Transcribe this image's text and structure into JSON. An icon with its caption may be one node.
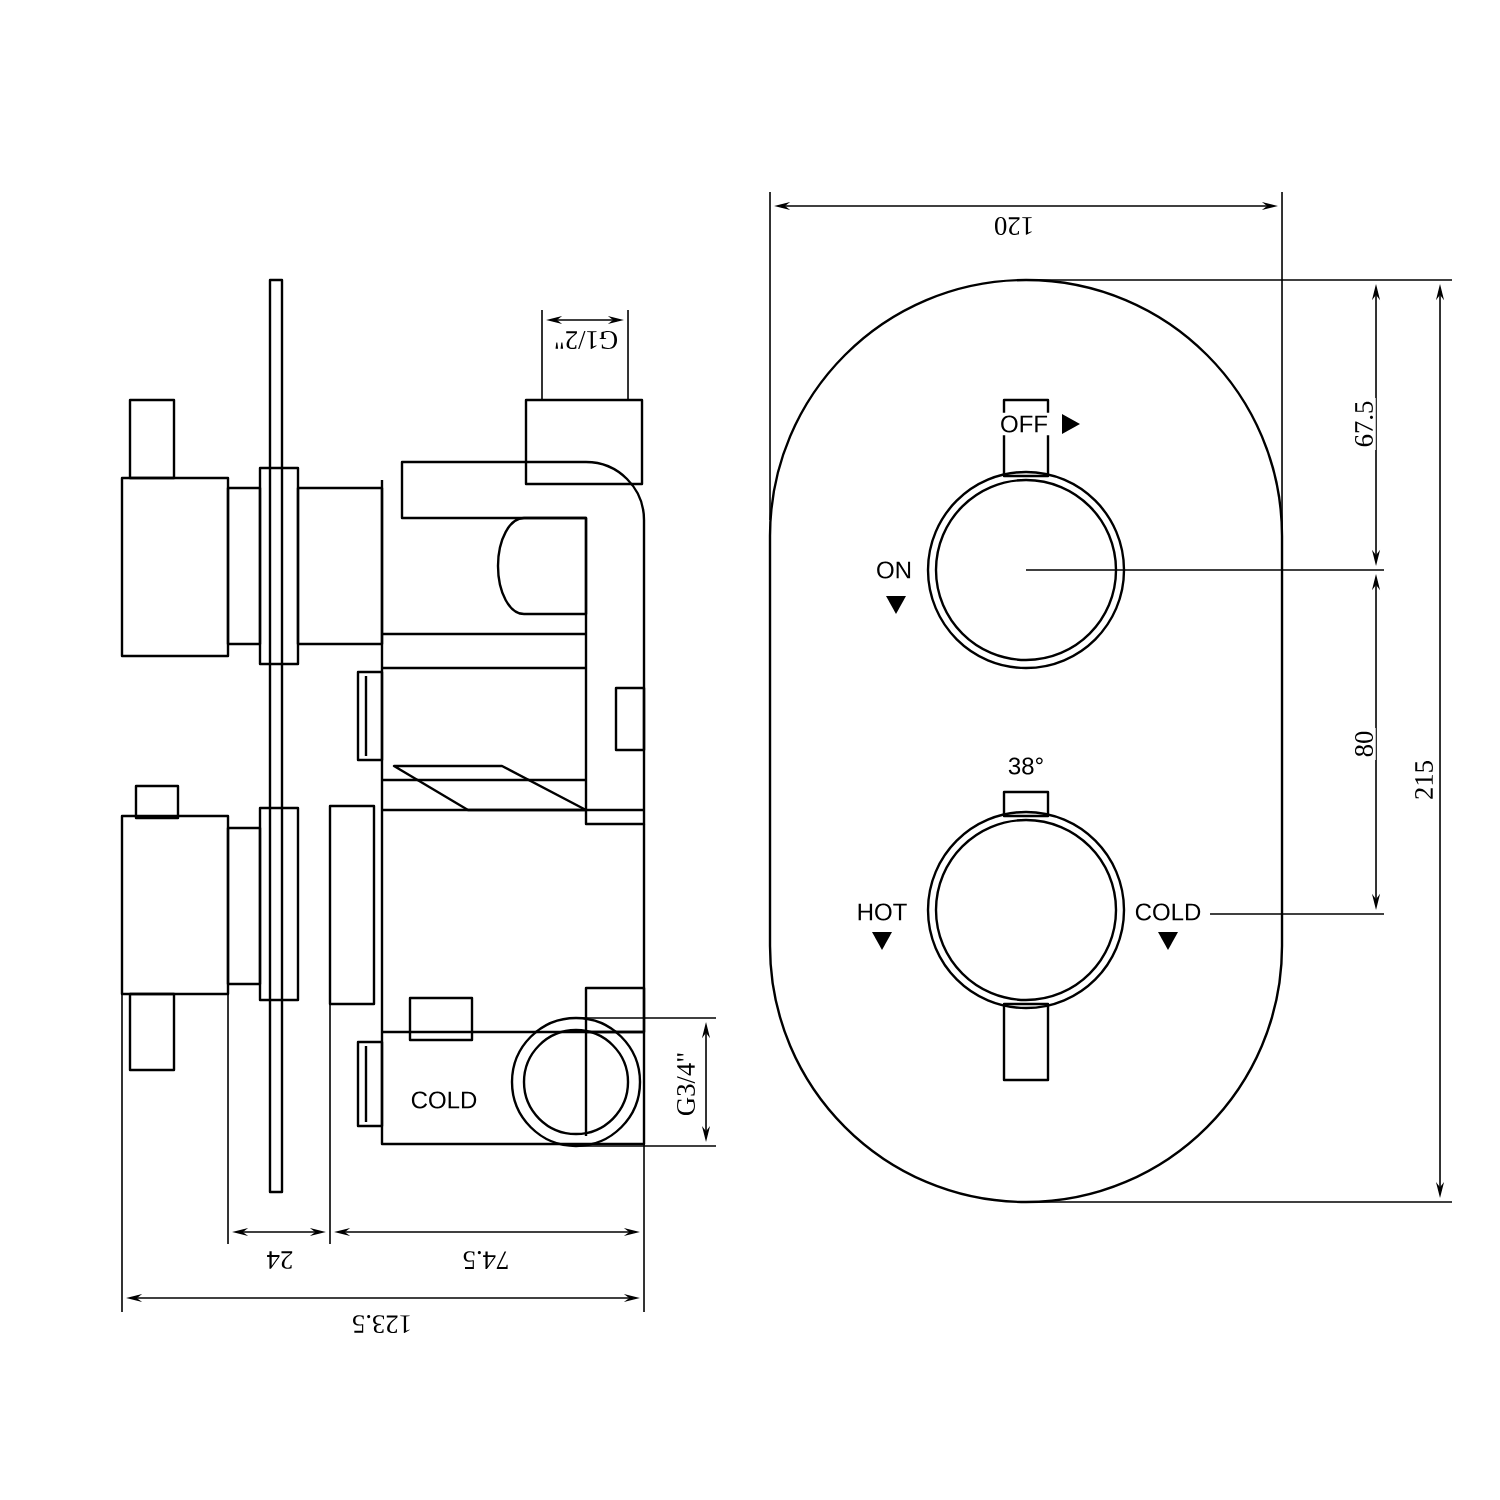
{
  "diagram": {
    "labels": [
      "120",
      "G1/2\"",
      "OFF",
      "67.5",
      "ON",
      "80",
      "38°",
      "215",
      "HOT",
      "COLD",
      "COLD",
      "G3/4\"",
      "24",
      "74.5",
      "123.5"
    ]
  }
}
